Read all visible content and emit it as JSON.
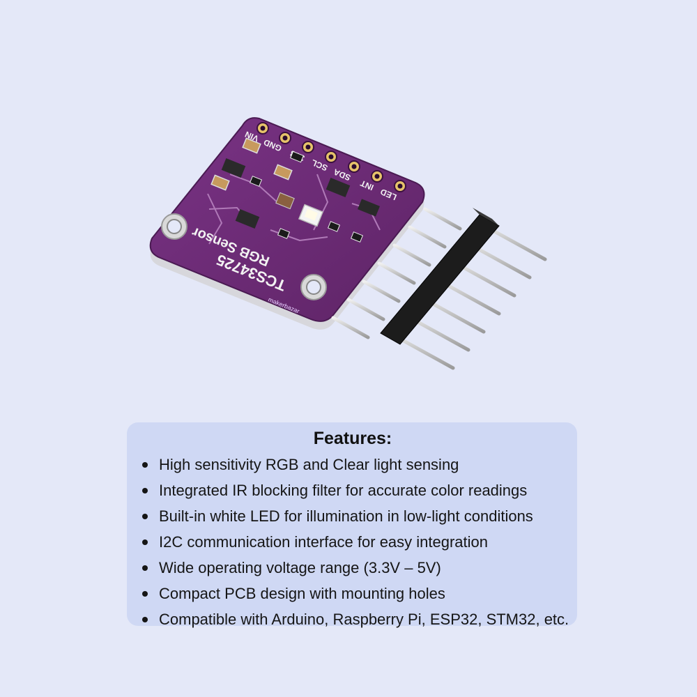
{
  "board": {
    "pin_labels": [
      "VIN",
      "GND",
      "3V3",
      "SCL",
      "SDA",
      "INT",
      "LED"
    ],
    "silk_line1": "TCS34725",
    "silk_line2": "RGB Sensor",
    "watermark": "makerbazar"
  },
  "colors": {
    "background": "#e4e8f8",
    "panel": "#cfd8f4",
    "pcb": "#6a2a72",
    "pcb_edge": "#4a1a52",
    "header_plastic": "#1c1c1c",
    "pin_metal": "#cfcfcf"
  },
  "features": {
    "title": "Features:",
    "items": [
      "High sensitivity RGB and Clear light sensing",
      "Integrated IR blocking filter for accurate color readings",
      "Built-in white LED for illumination in low-light conditions",
      "I2C communication interface for easy integration",
      "Wide operating voltage range (3.3V – 5V)",
      "Compact PCB design with mounting holes",
      "Compatible with Arduino, Raspberry Pi, ESP32, STM32, etc."
    ]
  }
}
